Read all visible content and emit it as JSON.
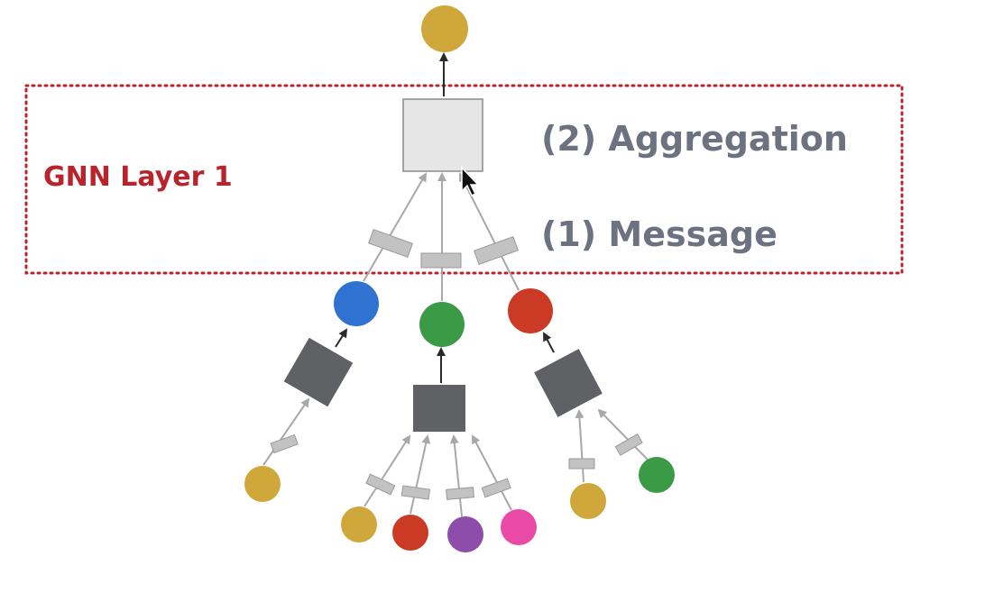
{
  "layer_label": "GNN Layer 1",
  "step_labels": {
    "aggregation": "(2) Aggregation",
    "message": "(1) Message"
  },
  "colors": {
    "layer_label": "#b8232c",
    "layer_box_border": "#b8232c",
    "step_label": "#6d7280",
    "aggregator_highlight": "#e6e6e6",
    "aggregator_dark": "#5f6165",
    "message_box": "#c2c2c2",
    "edge": "#a8a8a8",
    "node_gold": "#cfa73a",
    "node_blue": "#2f72d1",
    "node_green": "#3b9a45",
    "node_red": "#cb3a24",
    "node_purple": "#8e4cab",
    "node_pink": "#ea4aa5"
  },
  "nodes": [
    {
      "id": "target",
      "color": "node_gold"
    },
    {
      "id": "neighbor-a",
      "color": "node_blue"
    },
    {
      "id": "neighbor-b",
      "color": "node_green"
    },
    {
      "id": "neighbor-c",
      "color": "node_red"
    },
    {
      "id": "leaf-a1",
      "color": "node_gold"
    },
    {
      "id": "leaf-b1",
      "color": "node_gold"
    },
    {
      "id": "leaf-b2",
      "color": "node_red"
    },
    {
      "id": "leaf-b3",
      "color": "node_purple"
    },
    {
      "id": "leaf-b4",
      "color": "node_pink"
    },
    {
      "id": "leaf-c1",
      "color": "node_gold"
    },
    {
      "id": "leaf-c2",
      "color": "node_green"
    }
  ],
  "cursor_icon": "mouse-pointer-icon"
}
